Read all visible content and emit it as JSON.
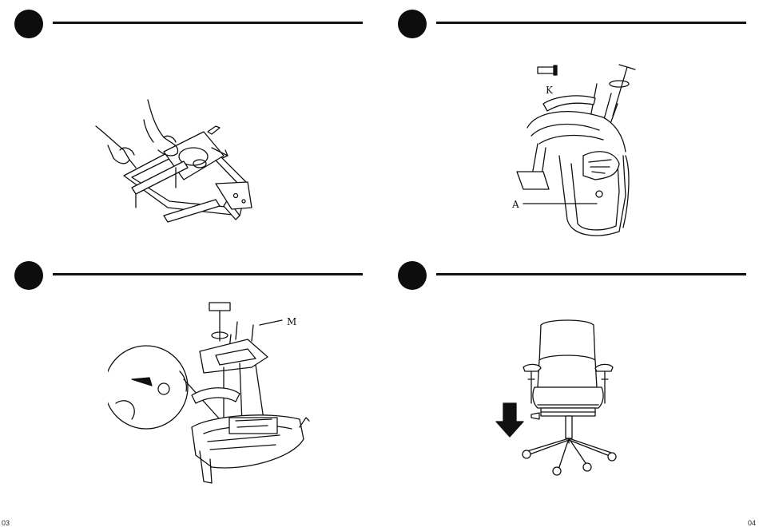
{
  "pages": {
    "left_number": "03",
    "right_number": "04"
  },
  "steps": [
    {
      "label": "",
      "illustration": "seat-plate-slide-out"
    },
    {
      "label": "",
      "illustration": "backrest-screw-attach",
      "callouts": {
        "bolt": "K",
        "part": "A"
      }
    },
    {
      "label": "",
      "illustration": "mechanism-screw-attach",
      "callouts": {
        "screw": "M"
      }
    },
    {
      "label": "",
      "illustration": "assembled-chair-press-down"
    }
  ],
  "colors": {
    "ink": "#111111",
    "paper": "#ffffff"
  }
}
